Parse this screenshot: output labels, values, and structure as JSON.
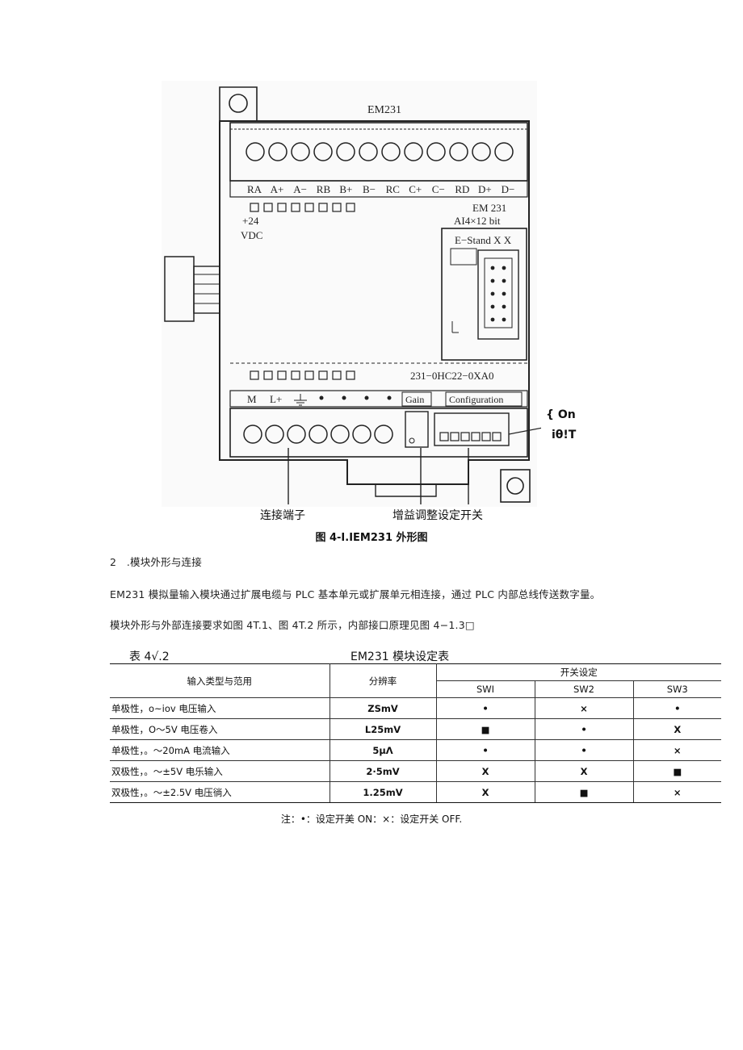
{
  "figure": {
    "module_top_label": "EM231",
    "terminal_labels_top": [
      "RA",
      "A+",
      "A−",
      "RB",
      "B+",
      "B−",
      "RC",
      "C+",
      "C−",
      "RD",
      "D+",
      "D−"
    ],
    "plus24": "+24",
    "vdc": "VDC",
    "model_line1": "EM 231",
    "model_line2": "AI4×12 bit",
    "estand": "E−Stand X X",
    "part_number": "231−0HC22−0XA0",
    "bottom_labels": {
      "m": "M",
      "lplus": "L+"
    },
    "gain_label": "Gain",
    "config_label": "Configuration",
    "callout_on": "{ On",
    "callout_off": "iθ!T",
    "label_terminal": "连接端子",
    "label_gain_switch": "增益调整设定开关"
  },
  "caption": "图 4-I.IEM231 外形图",
  "section_heading": "2　.模块外形与连接",
  "paragraph1": "EM231 模拟量输入模块通过扩展电缆与 PLC 基本单元或扩展单元相连接，通过 PLC 内部总线传送数字量。",
  "paragraph2": "模块外形与外部连接要求如图 4T.1、图 4T.2 所示，内部接口原理见图 4−1.3□",
  "table": {
    "label": "表 4√.2",
    "title": "EM231 模块设定表",
    "col_type": "输入类型与范用",
    "col_res": "分辨率",
    "col_switch": "开关设定",
    "sw_headers": [
      "SWI",
      "SW2",
      "SW3"
    ],
    "rows": [
      {
        "type": "单极性，o~iov 电压输入",
        "res": "ZSmV",
        "sw": [
          "•",
          "×",
          "•"
        ]
      },
      {
        "type": "单极性，O～5V 电压卷入",
        "res": "L25mV",
        "sw": [
          "■",
          "•",
          "X"
        ]
      },
      {
        "type": "单极性，。～20mA 电流输入",
        "res": "5μΛ",
        "sw": [
          "•",
          "•",
          "×"
        ]
      },
      {
        "type": "双极性，。～±5V 电乐输入",
        "res": "2·5mV",
        "sw": [
          "X",
          "X",
          "■"
        ]
      },
      {
        "type": "双极性，。～±2.5V 电压徜入",
        "res": "1.25mV",
        "sw": [
          "X",
          "■",
          "×"
        ]
      }
    ]
  },
  "note": "注：•：设定开美 ON：×：设定开关 OFF."
}
